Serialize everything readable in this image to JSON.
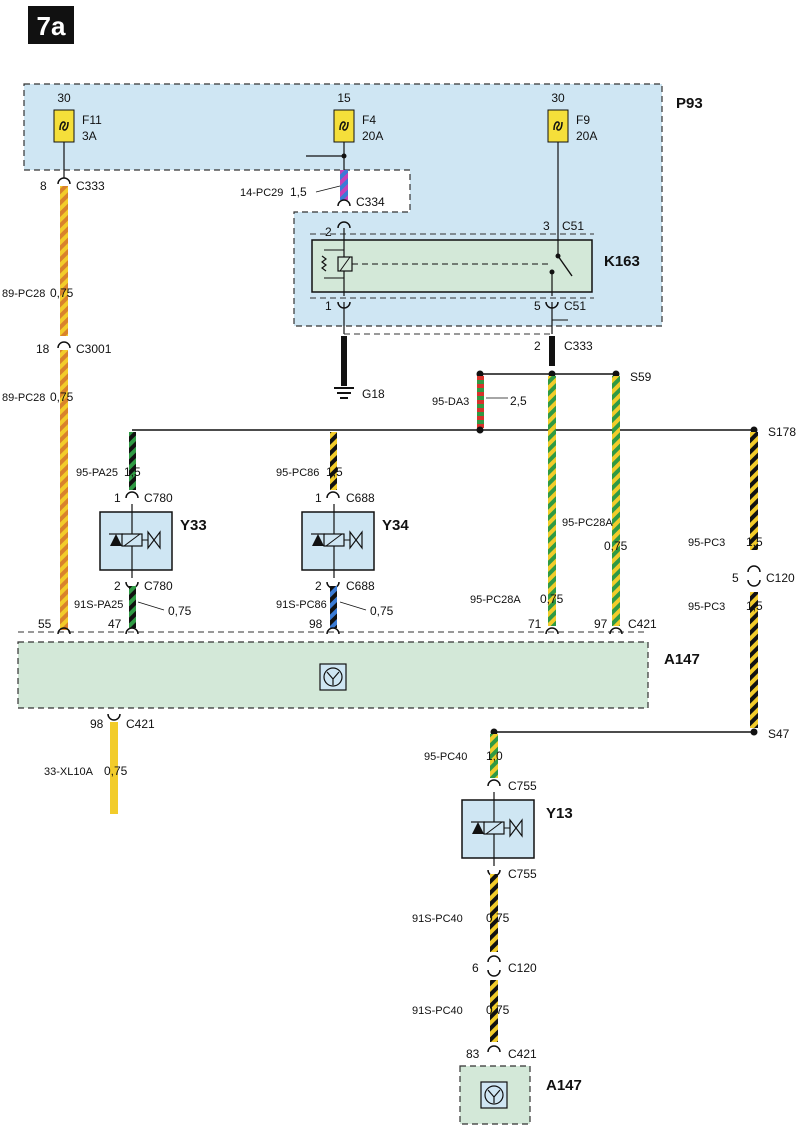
{
  "diagram_id": "7a",
  "colors": {
    "panel_blue": "#cfe6f3",
    "module_green": "#d3e8d8",
    "fuse_yellow": "#f5df3a",
    "wire_orange": "#d9822b",
    "wire_yellow": "#f2cc2a",
    "wire_green": "#2f9a44",
    "wire_black": "#111111",
    "wire_blue": "#3a7bd5",
    "wire_violet": "#c63fb8",
    "wire_red": "#d8322b"
  },
  "fuse_box": {
    "name": "P93",
    "fuses": [
      {
        "terminal": "30",
        "name": "F11",
        "rating": "3A"
      },
      {
        "terminal": "15",
        "name": "F4",
        "rating": "20A"
      },
      {
        "terminal": "30",
        "name": "F9",
        "rating": "20A"
      }
    ]
  },
  "relay": {
    "name": "K163",
    "pins": {
      "p2": "2",
      "p1": "1",
      "p3": "3",
      "p5": "5"
    },
    "connector_c51": "C51"
  },
  "connectors": {
    "c333": "C333",
    "c333_pin8": "8",
    "c333_pin2": "2",
    "c3001": "C3001",
    "c3001_pin": "18",
    "c334": "C334",
    "c780": "C780",
    "c688": "C688",
    "c421": "C421",
    "c120": "C120",
    "c120_pin5": "5",
    "c120_pin6": "6",
    "c755": "C755",
    "pin1": "1",
    "pin2": "2"
  },
  "ground": "G18",
  "splices": {
    "s59": "S59",
    "s178": "S178",
    "s47": "S47"
  },
  "wires": {
    "w89pc28": "89-PC28",
    "w89pc28_size": "0,75",
    "w14pc29": "14-PC29",
    "w14pc29_size": "1,5",
    "w95da3": "95-DA3",
    "w95da3_size": "2,5",
    "w95pa25": "95-PA25",
    "w95pa25_size": "1,5",
    "w95pc86": "95-PC86",
    "w95pc86_size": "1,5",
    "w91spa25": "91S-PA25",
    "w91spa25_size": "0,75",
    "w91spc86": "91S-PC86",
    "w91spc86_size": "0,75",
    "w95pc28a": "95-PC28A",
    "w95pc28a_size": "0,75",
    "w95pc3": "95-PC3",
    "w95pc3_size": "1,5",
    "w33xl10a": "33-XL10A",
    "w33xl10a_size": "0,75",
    "w95pc40": "95-PC40",
    "w95pc40_size": "1,0",
    "w91spc40": "91S-PC40",
    "w91spc40_size": "0,75"
  },
  "valves": {
    "y33": "Y33",
    "y34": "Y34",
    "y13": "Y13"
  },
  "module": {
    "name": "A147",
    "pins": {
      "p55": "55",
      "p47": "47",
      "p98": "98",
      "p71": "71",
      "p97": "97"
    },
    "out_pin_98": "98",
    "out_pin_83": "83"
  }
}
